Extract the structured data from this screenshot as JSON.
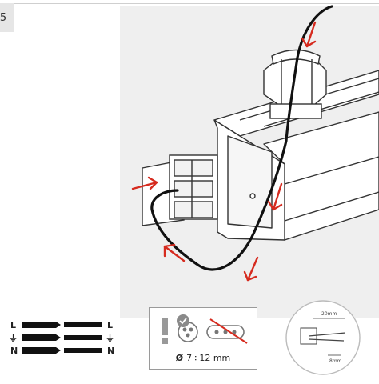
{
  "step": {
    "number": "5"
  },
  "wiring": {
    "left_labels": [
      "L",
      "⏚",
      "N"
    ],
    "right_labels": [
      "L",
      "⏚",
      "N"
    ]
  },
  "spec": {
    "diameter_symbol": "Ø",
    "cable_range": "7÷12 mm"
  },
  "detail": {
    "top_dim": "20mm",
    "bottom_dim": "8mm"
  },
  "colors": {
    "arrow": "#d62b1f",
    "wire": "#111111",
    "outline": "#333333",
    "panel_bg": "#eeeeee",
    "check": "#8a8a8a"
  }
}
